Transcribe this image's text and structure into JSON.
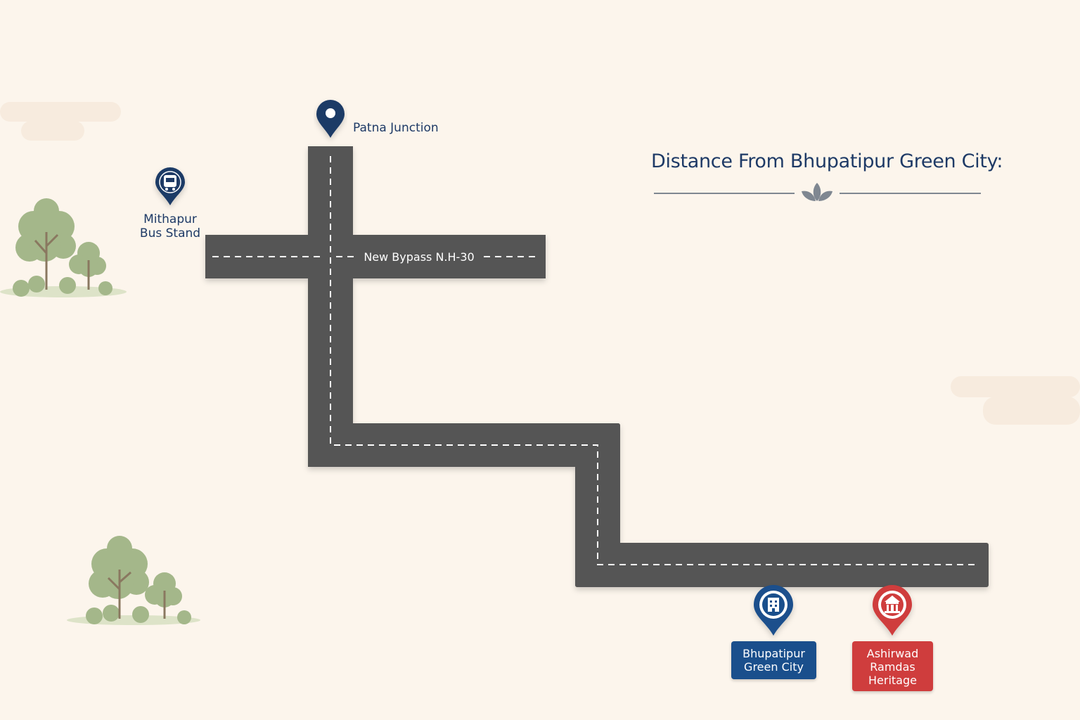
{
  "title": "Distance From Bhupatipur Green City:",
  "road": {
    "label": "New Bypass N.H-30"
  },
  "places": {
    "patna_junction": "Patna Junction",
    "mithapur_line1": "Mithapur",
    "mithapur_line2": "Bus Stand",
    "bhupatipur_line1": "Bhupatipur",
    "bhupatipur_line2": "Green City",
    "ashirwad_line1": "Ashirwad",
    "ashirwad_line2": "Ramdas",
    "ashirwad_line3": "Heritage"
  },
  "icons": {
    "patna_pin": "location-pin-icon",
    "mithapur_pin": "bus-icon",
    "bhupatipur_pin": "building-icon",
    "ashirwad_pin": "temple-icon",
    "divider": "leaf-icon",
    "trees": "tree-icon"
  },
  "colors": {
    "background": "#fcf5ec",
    "road": "#555555",
    "navy": "#1e3a66",
    "blue_tag": "#1a4f8c",
    "red_tag": "#cf3d3d",
    "tree_green": "#a4b78a"
  }
}
